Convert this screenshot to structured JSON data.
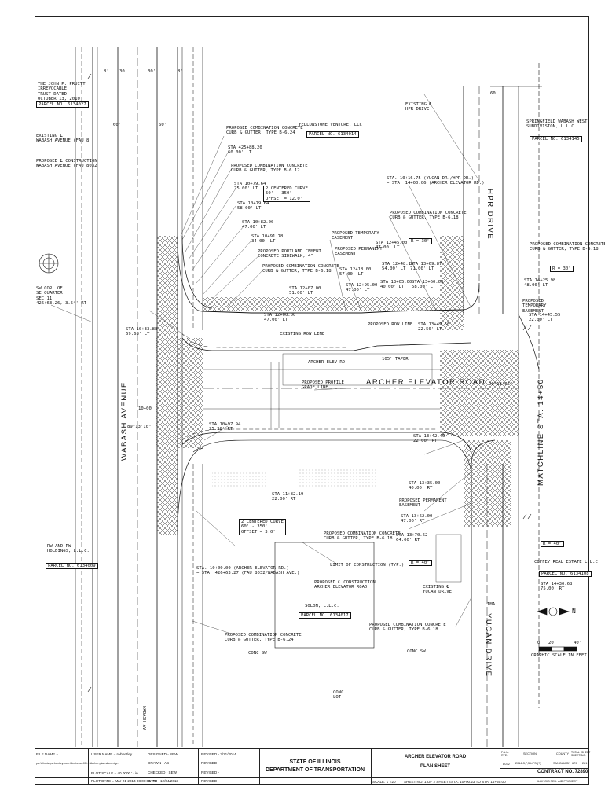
{
  "labels": {
    "pruitt": "THE JOHN P. PRUITT\nIRREVOCABLE\nTRUST DATED\nOCTOBER 13, 2010",
    "pruitt_parcel": "PARCEL NO. 6134027",
    "existing_cl_wabash": "EXISTING ℄\nWABASH AVENUE (FAU 8",
    "proposed_cl_wabash": "PROPOSED ℄ CONSTRUCTION\nWABASH AVENUE (FAU 8032",
    "yellowstone": "YELLOWSTONE VENTURE, LLC",
    "yellowstone_parcel": "PARCEL NO. 6134014",
    "springfield": "SPRINGFIELD WABASH WEST\nSUBDIVISION, L.L.C.",
    "springfield_parcel": "PARCEL NO. 6134145",
    "existing_cl_hpr": "EXISTING ℄\nHPR DRIVE",
    "curb_1": "PROPOSED COMBINATION CONCRETE\nCURB & GUTTER, TYPE B-6.24",
    "sta_425": "STA 425+88.20\n60.00' LT",
    "curb_2": "PROPOSED COMBINATION CONCRETE\nCURB & GUTTER, TYPE B-6.12",
    "sta_1079_64a": "STA 10+79.64\n75.00' LT",
    "sta_1079_64b": "STA 10+79.64\n58.00' LT",
    "curve_top": "2 CENTERED CURVE\n50' - 350'\nOFFSET = 12.0'",
    "sta_1082": "STA 10+82.00\n47.00' LT",
    "sta_1091": "STA 10+91.78\n34.00' LT",
    "sidewalk": "PROPOSED PORTLAND CEMENT\nCONCRETE SIDEWALK, 4\"",
    "curb_3": "PROPOSED COMBINATION CONCRETE\nCURB & GUTTER, TYPE B-6.18",
    "temp_easement": "PROPOSED TEMPORARY\nEASEMENT",
    "perm_easement": "PROPOSED PERMANENT\nEASEMENT",
    "sta_1218": "STA 12+18.00\n57.00' LT",
    "sta_1207": "STA 12+07.00\n51.00' LT",
    "sta_1200": "STA 12+00.00\n47.00' LT",
    "sta_1245": "STA 12+45.00\n47.00' LT",
    "sta_1248": "STA 12+48.16\n54.00' LT",
    "sta_1295": "STA 12+95.00\n47.00' LT",
    "sta_1305": "STA 13+05.00\n40.00' LT",
    "sta_1360": "STA 13+60.00\n58.00' LT",
    "sta_1369": "STA 13+69.87\n71.00' LT",
    "sta_1349": "STA 13+49.66\n22.50' LT",
    "hpr_sta": "STA. 10+16.75 (YUCAN DR./HPR DR.)\n= STA. 14+00.06 (ARCHER ELEVATOR RD.)",
    "curb_4": "PROPOSED COMBINATION CONCRETE\nCURB & GUTTER, TYPE B-6.18",
    "r30_top": "R = 30'",
    "curb_5": "PROPOSED COMBINATION CONCRETE\nCURB & GUTTER, TYPE B-6.18",
    "r30_right": "R = 30'",
    "sta_1425": "STA 14+25.98\n48.00' LT",
    "temp_easement_2": "PROPOSED\nTEMPORARY\nEASEMENT",
    "sta_1445": "STA 14+45.55\n22.00' LT",
    "sw_corner": "SW COR. OF\nSE QUARTER\nSEC 11\n426+63.26, 3.54' RT",
    "sta_1033": "STA 10+33.88\n69.68' LT",
    "existing_row": "EXISTING ROW LINE",
    "proposed_row": "PROPOSED ROW LINE",
    "taper": "105' TAPER",
    "archer_rd_small": "ARCHER ELEV RD",
    "archer_rd": "ARCHER ELEVATOR ROAD",
    "profile": "PROPOSED PROFILE\nGRADE LINE",
    "angle": "90°13'05\"",
    "sta_10": "10+00",
    "angle_left": "89°13'10\"",
    "sta_1097": "STA 10+97.94\n25.38' RT",
    "sta_1342": "STA 13+42.40\n22.00' RT",
    "wabash": "WABASH AVENUE",
    "wabash_low": "WABASH AV",
    "hpr_drive": "HPR DRIVE",
    "yucan": "YUCAN DRIVE",
    "matchline": "MATCHLINE STA. 14+50",
    "sta_1335": "STA 13+35.00\n40.00' RT",
    "sta_1182": "STA 11+82.19\n22.00' RT",
    "perm_easement_2": "PROPOSED PERMANENT\nEASEMENT",
    "sta_1362": "STA 13+62.00\n47.00' RT",
    "curve_bottom": "2 CENTERED CURVE\n60' - 350'\nOFFSET = 3.0'",
    "curb_6": "PROPOSED COMBINATION CONCRETE\nCURB & GUTTER, TYPE B-6.18",
    "sta_1370": "STA 13+70.62\n64.00' RT",
    "r40_mid": "R = 40'",
    "r40_right": "R = 40'",
    "coffey": "COFFEY REAL ESTATE L.L.C.",
    "coffey_parcel": "PARCEL NO. 6134108",
    "sta_1430": "STA 14+30.68\n75.00' RT",
    "rw_holdings": "RW AND RW\nHOLDINGS, L.L.C.",
    "rw_parcel": "PARCEL NO. 6134009",
    "wabash_sta": "STA. 10+00.00 (ARCHER ELEVATOR RD.)\n= STA. 426+63.27 (FAU 8032/WABASH AVE.)",
    "limit": "LIMIT OF CONSTRUCTION (TYP.)",
    "proposed_cl_archer": "PROPOSED ℄ CONSTRUCTION\nARCHER ELEVATOR ROAD",
    "solon": "SOLON, L.L.C.",
    "solon_parcel": "PARCEL NO. 6134017",
    "existing_cl_yucan": "EXISTING ℄\nYUCAN DRIVE",
    "curb_7": "PROPOSED COMBINATION CONCRETE\nCURB & GUTTER, TYPE B-6.18",
    "curb_8": "PROPOSED COMBINATION CONCRETE\nCURB & GUTTER, TYPE B-6.24",
    "conc_sw_1": "CONC SW",
    "conc_sw_2": "CONC SW",
    "conc_lot": "CONC\nLOT",
    "ima": "IMA",
    "scale_0": "0",
    "scale_20": "20'",
    "scale_40": "40'",
    "scale_text": "GRAPHIC SCALE IN FEET",
    "dim_8": "8'",
    "dim_30a": "30'",
    "dim_30b": "30'",
    "dim_8b": "8'",
    "dim_60a": "60'",
    "dim_60b": "60'",
    "dim_60c": "60'",
    "north": "N"
  },
  "title_block": {
    "file_name_label": "FILE NAME =",
    "file_name": "pw:\\illinois-pw.bentley.com:illinois-pw-01\\...\\Archer-plan-sheet.dgn",
    "user_name": "USER NAME = rwbentley",
    "plot_scale": "PLOT SCALE = 40.0000 ' / in.",
    "plot_date": "PLOT DATE = Mar-21-2014 08:00:00 PM",
    "designed": "DESIGNED  -  SEW",
    "drawn": "DRAWN  -  AS",
    "checked": "CHECKED  -  SEW",
    "date": "DATE  -  12/04/2013",
    "revised_1": "REVISED  -  3/21/2014",
    "revised_2": "REVISED  -",
    "revised_3": "REVISED  -",
    "revised_4": "REVISED  -",
    "state": "STATE OF ILLINOIS",
    "dept": "DEPARTMENT OF TRANSPORTATION",
    "project_title": "ARCHER ELEVATOR ROAD",
    "sheet_title": "PLAN SHEET",
    "scale": "SCALE: 1\"=20'",
    "sheet_no": "SHEET NO. 1 OF 2 SHEETS",
    "sta_range": "STA. 10+00.23   TO STA. 14+50.00",
    "fau_rte_label": "F.A.U.\nRTE.",
    "section_label": "SECTION",
    "county_label": "COUNTY",
    "total_sheets_label": "TOTAL\nSHEETS",
    "sheet_label": "SHEET\nNO.",
    "fau_rte": "8032",
    "section": "2014-3,7,5-LPS-(?)",
    "county": "SANGAMON",
    "total_sheets": "679",
    "sheet_num": "281",
    "contract": "CONTRACT NO. 72890",
    "fed_aid": "ILLINOIS FED. AID PROJECT"
  }
}
